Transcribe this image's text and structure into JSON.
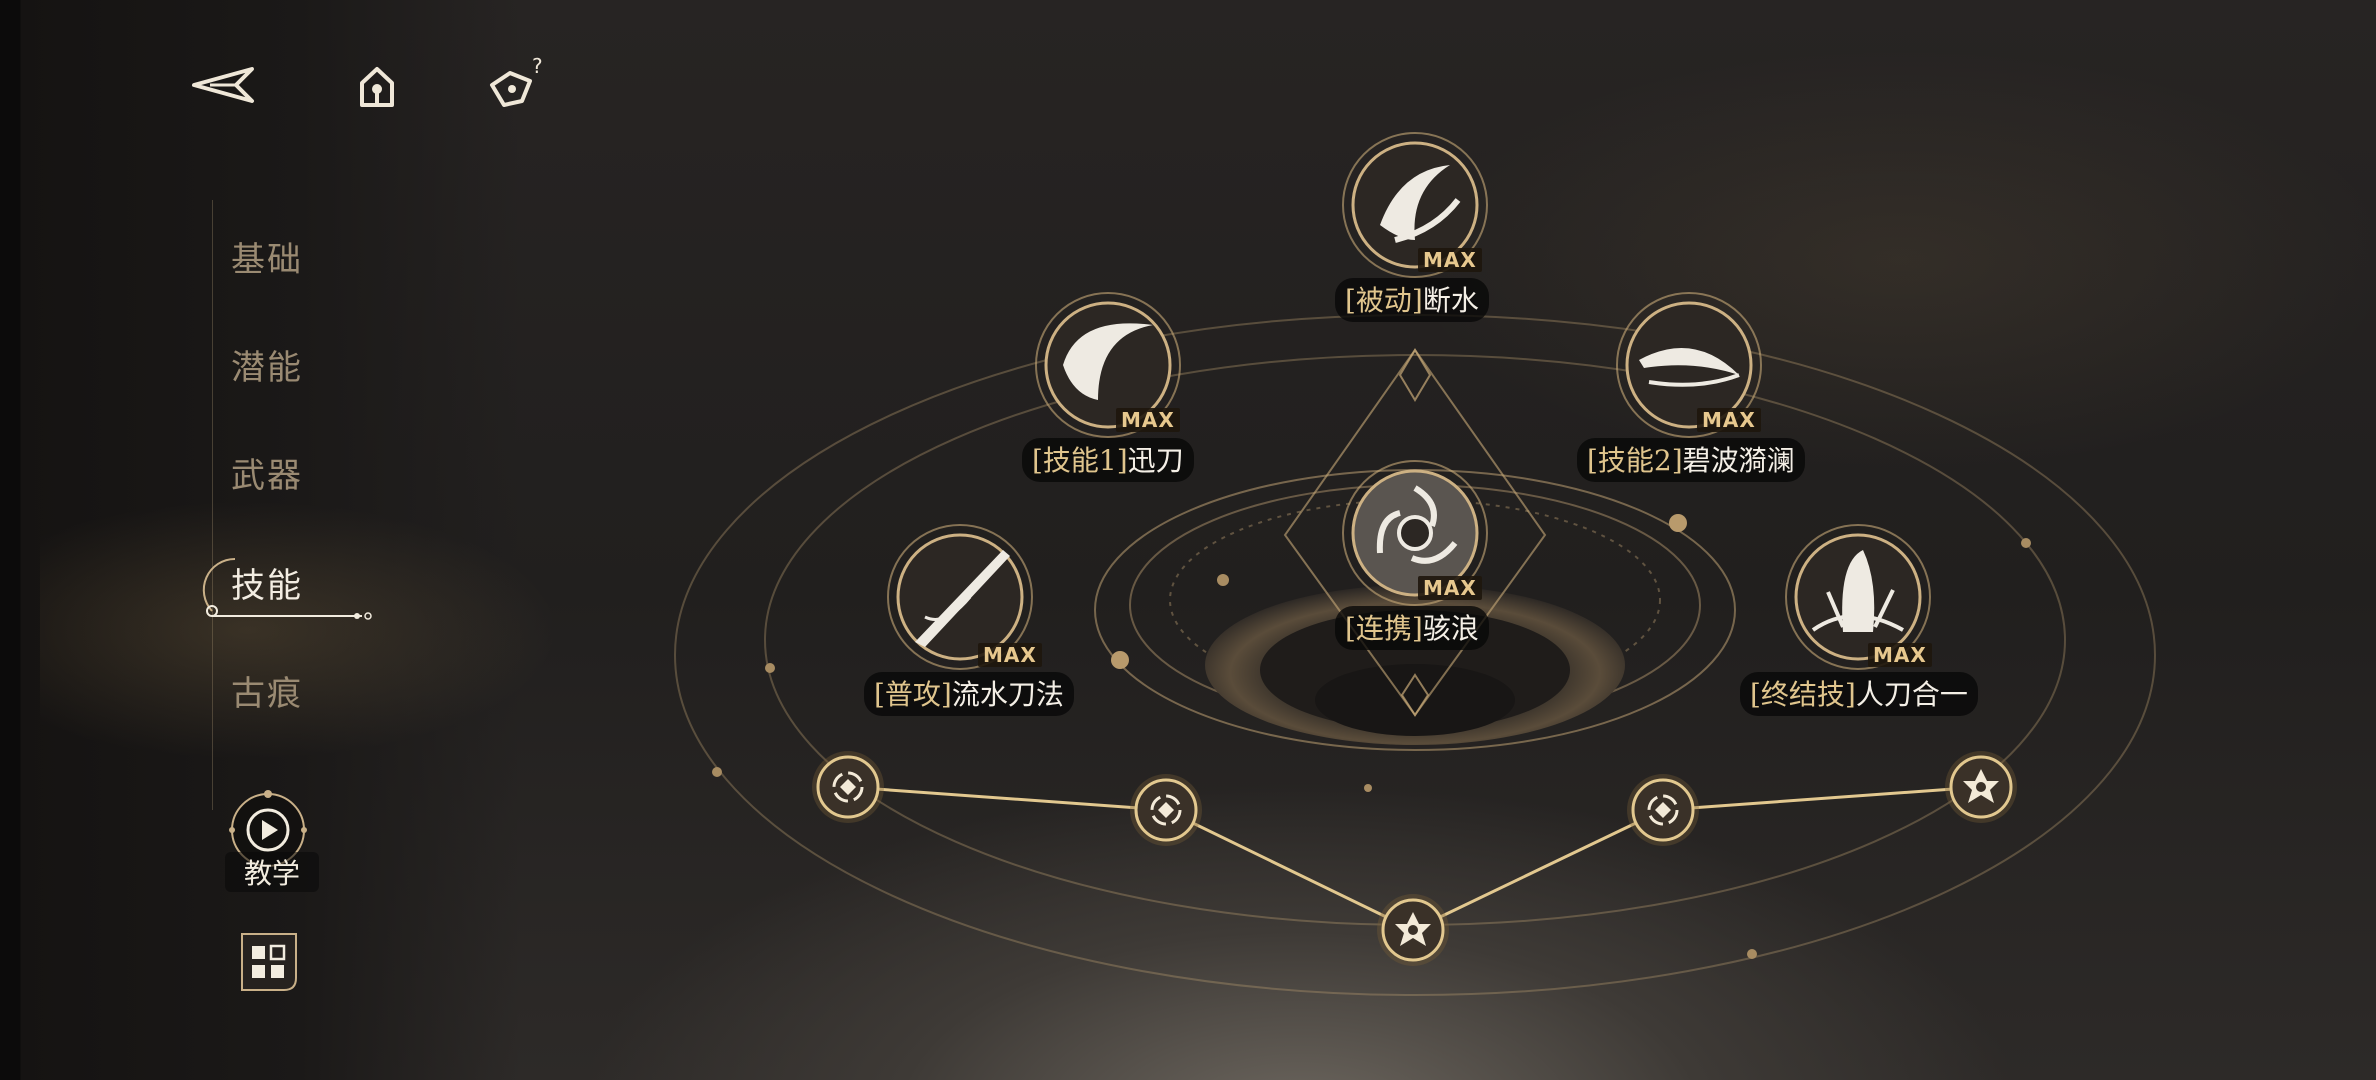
{
  "top_icons": [
    "back-arrow-icon",
    "home-icon",
    "help-icon"
  ],
  "nav": {
    "items": [
      {
        "label": "基础",
        "active": false
      },
      {
        "label": "潜能",
        "active": false
      },
      {
        "label": "武器",
        "active": false
      },
      {
        "label": "技能",
        "active": true
      },
      {
        "label": "古痕",
        "active": false
      }
    ],
    "tutorial_label": "教学"
  },
  "skills": {
    "passive": {
      "category": "[被动]",
      "name": "断水",
      "level": "MAX"
    },
    "skill1": {
      "category": "[技能1]",
      "name": "迅刀",
      "level": "MAX"
    },
    "skill2": {
      "category": "[技能2]",
      "name": "碧波漪澜",
      "level": "MAX"
    },
    "combo": {
      "category": "[连携]",
      "name": "骇浪",
      "level": "MAX"
    },
    "basic": {
      "category": "[普攻]",
      "name": "流水刀法",
      "level": "MAX"
    },
    "ultimate": {
      "category": "[终结技]",
      "name": "人刀合一",
      "level": "MAX"
    }
  },
  "colors": {
    "accent_gold": "#e0c58d",
    "text": "#f4efe6",
    "nav_inactive": "#9a8a72"
  }
}
